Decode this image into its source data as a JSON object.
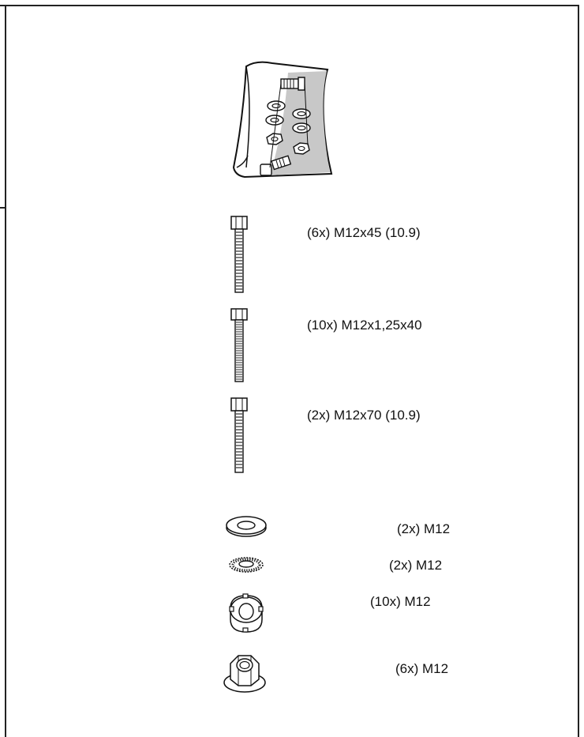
{
  "parts": [
    {
      "id": "bolt-m12x45",
      "icon": "hex-bolt-icon",
      "label": "(6x) M12x45 (10.9)"
    },
    {
      "id": "bolt-m12x125x40",
      "icon": "hex-bolt-icon",
      "label": "(10x) M12x1,25x40"
    },
    {
      "id": "bolt-m12x70",
      "icon": "hex-bolt-icon",
      "label": "(2x) M12x70 (10.9)"
    },
    {
      "id": "flat-washer-m12",
      "icon": "flat-washer-icon",
      "label": "(2x) M12"
    },
    {
      "id": "lock-washer-m12",
      "icon": "serrated-lock-washer-icon",
      "label": "(2x) M12"
    },
    {
      "id": "cage-nut-m12",
      "icon": "cage-nut-icon",
      "label": "(10x) M12"
    },
    {
      "id": "flange-nut-m12",
      "icon": "flange-nut-icon",
      "label": "(6x) M12"
    }
  ],
  "header_icon": "hardware-bag-icon",
  "colors": {
    "line": "#111111",
    "shade": "#c8c8c8",
    "paper": "#ffffff"
  }
}
